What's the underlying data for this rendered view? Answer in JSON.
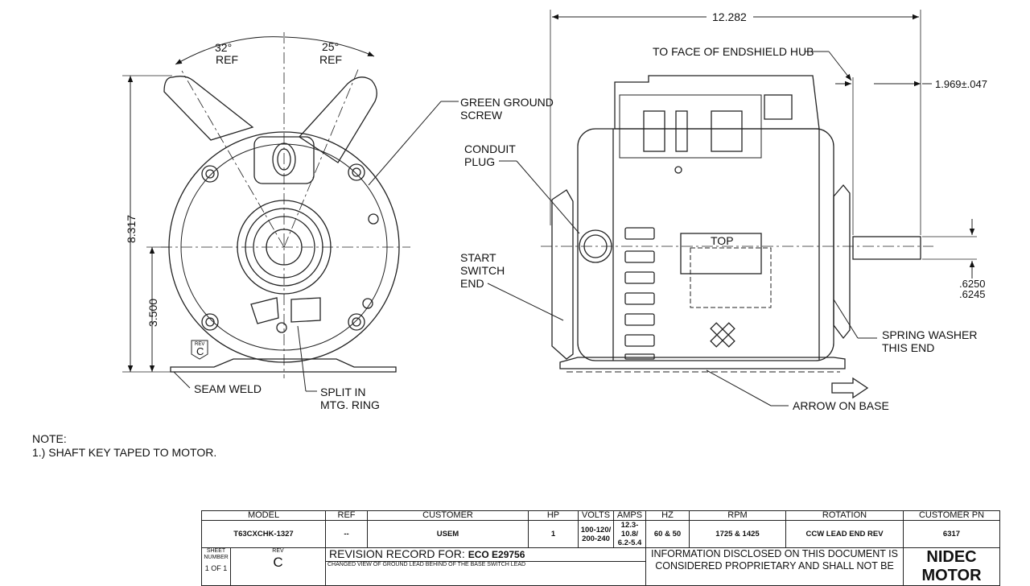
{
  "front_view": {
    "angle_left": "32°",
    "angle_right": "25°",
    "ref": "REF",
    "dim_height": "8.317",
    "dim_center": "3.500",
    "rev_tag_small": "REV",
    "rev_tag_letter": "C",
    "callouts": {
      "green_ground_1": "GREEN GROUND",
      "green_ground_2": "SCREW",
      "seam_weld": "SEAM WELD",
      "split_1": "SPLIT IN",
      "split_2": "MTG. RING"
    }
  },
  "side_view": {
    "dim_length": "12.282",
    "face_hub": "TO FACE OF ENDSHIELD HUB",
    "dim_shaft": "1.969±.047",
    "conduit_1": "CONDUIT",
    "conduit_2": "PLUG",
    "start_1": "START",
    "start_2": "SWITCH",
    "start_3": "END",
    "top": "TOP",
    "shaft_dia_1": ".6250",
    "shaft_dia_2": ".6245",
    "spring_1": "SPRING WASHER",
    "spring_2": "THIS END",
    "arrow_base": "ARROW ON BASE"
  },
  "note": {
    "title": "NOTE:",
    "line1": "1.) SHAFT KEY TAPED TO MOTOR."
  },
  "title_block": {
    "headers": [
      "MODEL",
      "REF",
      "CUSTOMER",
      "HP",
      "VOLTS",
      "AMPS",
      "HZ",
      "RPM",
      "ROTATION",
      "CUSTOMER PN"
    ],
    "values": {
      "model": "T63CXCHK-1327",
      "ref": "--",
      "customer": "USEM",
      "hp": "1",
      "volts": "100-120/ 200-240",
      "amps": "12.3-10.8/ 6.2-5.4",
      "hz": "60 & 50",
      "rpm": "1725 & 1425",
      "rotation": "CCW LEAD END REV",
      "customer_pn": "6317"
    },
    "sheet_label": "SHEET NUMBER",
    "sheet_value": "1 OF 1",
    "rev_label": "REV",
    "rev_value": "C",
    "revision_record": "REVISION RECORD FOR:",
    "eco": "ECO E29756",
    "change_text": "CHANGED VIEW OF GROUND LEAD BEHIND OF THE BASE SWITCH LEAD",
    "info": "INFORMATION DISCLOSED ON THIS DOCUMENT IS CONSIDERED PROPRIETARY AND SHALL NOT BE",
    "brand": "NIDEC MOTOR"
  }
}
